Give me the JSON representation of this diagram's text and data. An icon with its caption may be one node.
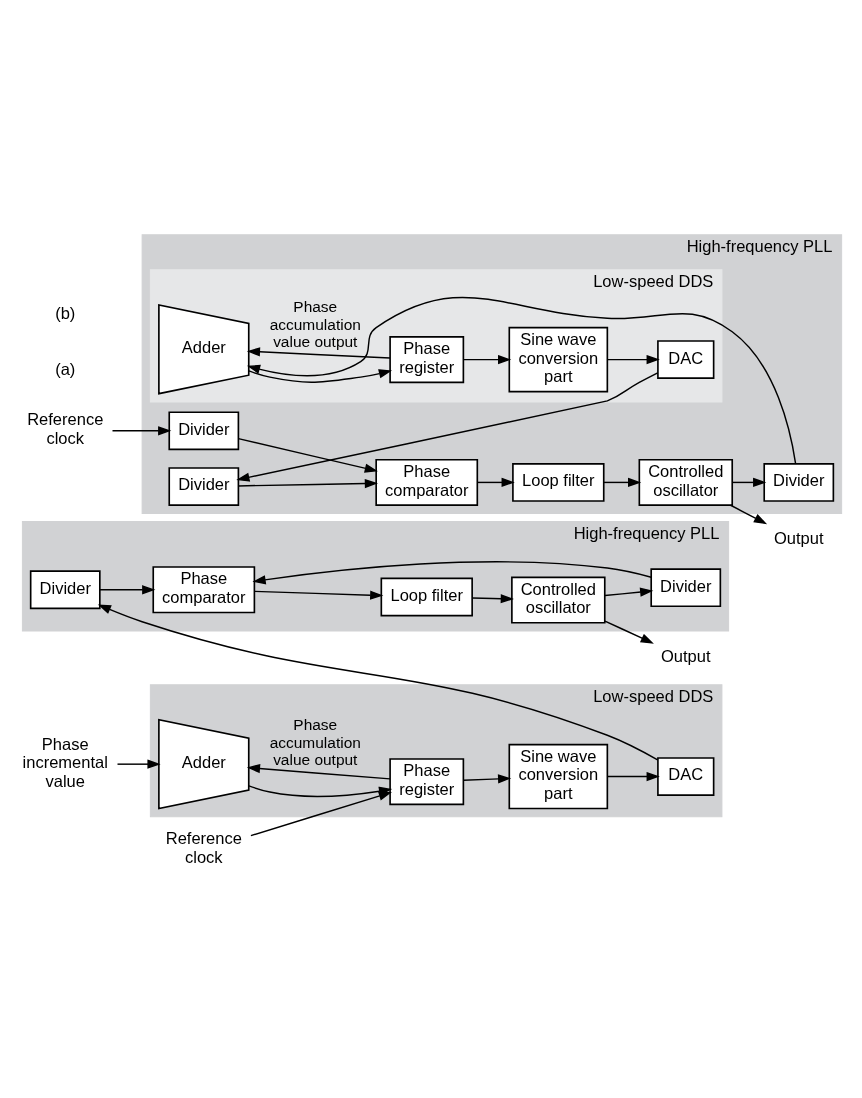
{
  "diagram": {
    "nodes": [
      {
        "text": [
          "Low-speed DDS"
        ]
      },
      {
        "text": [
          "Adder"
        ],
        "in": 0
      },
      {
        "text": [
          "Phase register"
        ],
        "in": 0
      },
      {
        "text": [
          "Sine wave conversion part"
        ],
        "in": 0
      },
      {
        "text": [
          "DAC"
        ],
        "in": 0
      },
      {
        "text": [
          "Phase incremental value"
        ]
      },
      {
        "text": [
          "Reference clock"
        ]
      },
      {
        "text": [
          "High-frequency PLL"
        ]
      },
      {
        "text": [
          "Divider"
        ],
        "in": 7
      },
      {
        "text": [
          "Phase comparator"
        ],
        "in": 7
      },
      {
        "text": [
          "Loop filter"
        ],
        "in": 7
      },
      {
        "text": [
          "Controlled oscillator"
        ],
        "in": 7
      },
      {
        "text": [
          "Divider"
        ],
        "in": 7
      },
      {
        "text": [
          "Output"
        ]
      },
      {
        "text": [
          "Reference clock"
        ]
      },
      {
        "text": [
          "High-frequency PLL"
        ]
      },
      {
        "text": [
          "Divider"
        ],
        "in": 15
      },
      {
        "text": [
          "Phase comparator"
        ],
        "in": 15
      },
      {
        "text": [
          "Loop filter"
        ],
        "in": 15
      },
      {
        "text": [
          "Controlled oscillator"
        ],
        "in": 15
      },
      {
        "text": [
          "Divider"
        ],
        "in": 15
      },
      {
        "text": [
          "Divider"
        ],
        "in": 15
      },
      {
        "text": [
          "Low-speed DDS"
        ],
        "in": 15
      },
      {
        "text": [
          "Adder"
        ],
        "in": 22
      },
      {
        "text": [
          "Phase register"
        ],
        "in": 22
      },
      {
        "text": [
          "Sine wave conversion part"
        ],
        "in": 22
      },
      {
        "text": [
          "DAC"
        ],
        "in": 22
      },
      {
        "text": [
          "Output"
        ]
      }
    ],
    "edges": [
      {
        "from": 5,
        "to": 1,
        "arrow": "to"
      },
      {
        "from": 1,
        "to": 2,
        "arrow": "to"
      },
      {
        "from": 2,
        "to": 1,
        "arrow": "to",
        "label": "Phase accumulation value output"
      },
      {
        "from": 2,
        "to": 3,
        "arrow": "to"
      },
      {
        "from": 3,
        "to": 4,
        "arrow": "to"
      },
      {
        "from": 6,
        "to": 2,
        "arrow": "to"
      },
      {
        "from": 4,
        "to": 8,
        "arrow": "to"
      },
      {
        "from": 8,
        "to": 9,
        "arrow": "to"
      },
      {
        "from": 9,
        "to": 10,
        "arrow": "to"
      },
      {
        "from": 10,
        "to": 11,
        "arrow": "to"
      },
      {
        "from": 11,
        "to": 13,
        "arrow": "to"
      },
      {
        "from": 11,
        "to": 12,
        "arrow": "to"
      },
      {
        "from": 12,
        "to": 9,
        "arrow": "to"
      },
      {
        "from": 14,
        "to": 16,
        "arrow": "to"
      },
      {
        "from": 16,
        "to": 17,
        "arrow": "to"
      },
      {
        "from": 17,
        "to": 18,
        "arrow": "to"
      },
      {
        "from": 18,
        "to": 19,
        "arrow": "to"
      },
      {
        "from": 19,
        "to": 27,
        "arrow": "to"
      },
      {
        "from": 19,
        "to": 20,
        "arrow": "to"
      },
      {
        "from": 20,
        "to": 23,
        "arrow": "to"
      },
      {
        "from": 21,
        "to": 17,
        "arrow": "to"
      },
      {
        "from": 23,
        "to": 24,
        "arrow": "to"
      },
      {
        "from": 24,
        "to": 23,
        "arrow": "to",
        "label": "Phase accumulation value output"
      },
      {
        "from": 24,
        "to": 25,
        "arrow": "to"
      },
      {
        "from": 25,
        "to": 26,
        "arrow": "to"
      },
      {
        "from": 26,
        "to": 21,
        "arrow": "to"
      }
    ],
    "labels": [
      "(a)",
      "(b)"
    ]
  }
}
